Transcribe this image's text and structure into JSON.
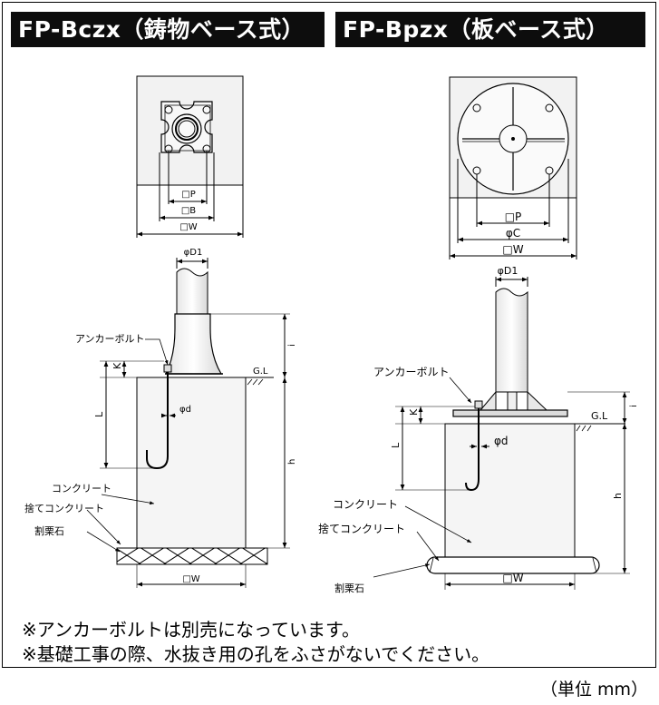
{
  "titles": {
    "left": "FP-Bczx（鋳物ベース式）",
    "right": "FP-Bpzx（板ベース式）"
  },
  "left_diagram": {
    "dim_p": "□P",
    "dim_b": "□B",
    "dim_w_top": "□W",
    "dim_d1": "φD1",
    "label_anchor_bolt": "アンカーボルト",
    "dim_k": "K",
    "dim_l": "L",
    "dim_d": "φd",
    "dim_i": "i",
    "dim_gl": "G.L",
    "dim_h": "h",
    "label_concrete": "コンクリート",
    "label_lean_concrete": "捨てコンクリート",
    "label_gravel": "割栗石",
    "dim_w_bottom": "□W"
  },
  "right_diagram": {
    "dim_p": "□P",
    "dim_c": "φC",
    "dim_w_top": "□W",
    "dim_d1": "φD1",
    "label_anchor_bolt": "アンカーボルト",
    "dim_k": "K",
    "dim_l": "L",
    "dim_d": "φd",
    "dim_gl": "G.L",
    "dim_i": "i",
    "dim_h": "h",
    "label_concrete": "コンクリート",
    "label_lean_concrete": "捨てコンクリート",
    "label_gravel": "割栗石",
    "dim_w_bottom": "□W"
  },
  "notes": {
    "line1": "※アンカーボルトは別売になっています。",
    "line2": "※基礎工事の際、水抜き用の孔をふさがないでください。"
  },
  "unit": "（単位 mm）"
}
